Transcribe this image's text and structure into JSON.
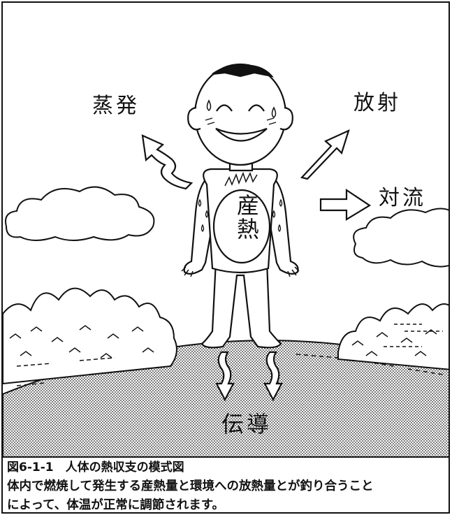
{
  "labels": {
    "evaporation": "蒸発",
    "radiation": "放射",
    "convection": "対流",
    "heat_production": "産熱",
    "conduction": "伝導"
  },
  "caption": {
    "title": "図6-1-1　人体の熱収支の模式図",
    "line1": "体内で燃焼して発生する産熱量と環境への放熱量とが釣り合うこと",
    "line2": "によって、体温が正常に調節されます。"
  }
}
